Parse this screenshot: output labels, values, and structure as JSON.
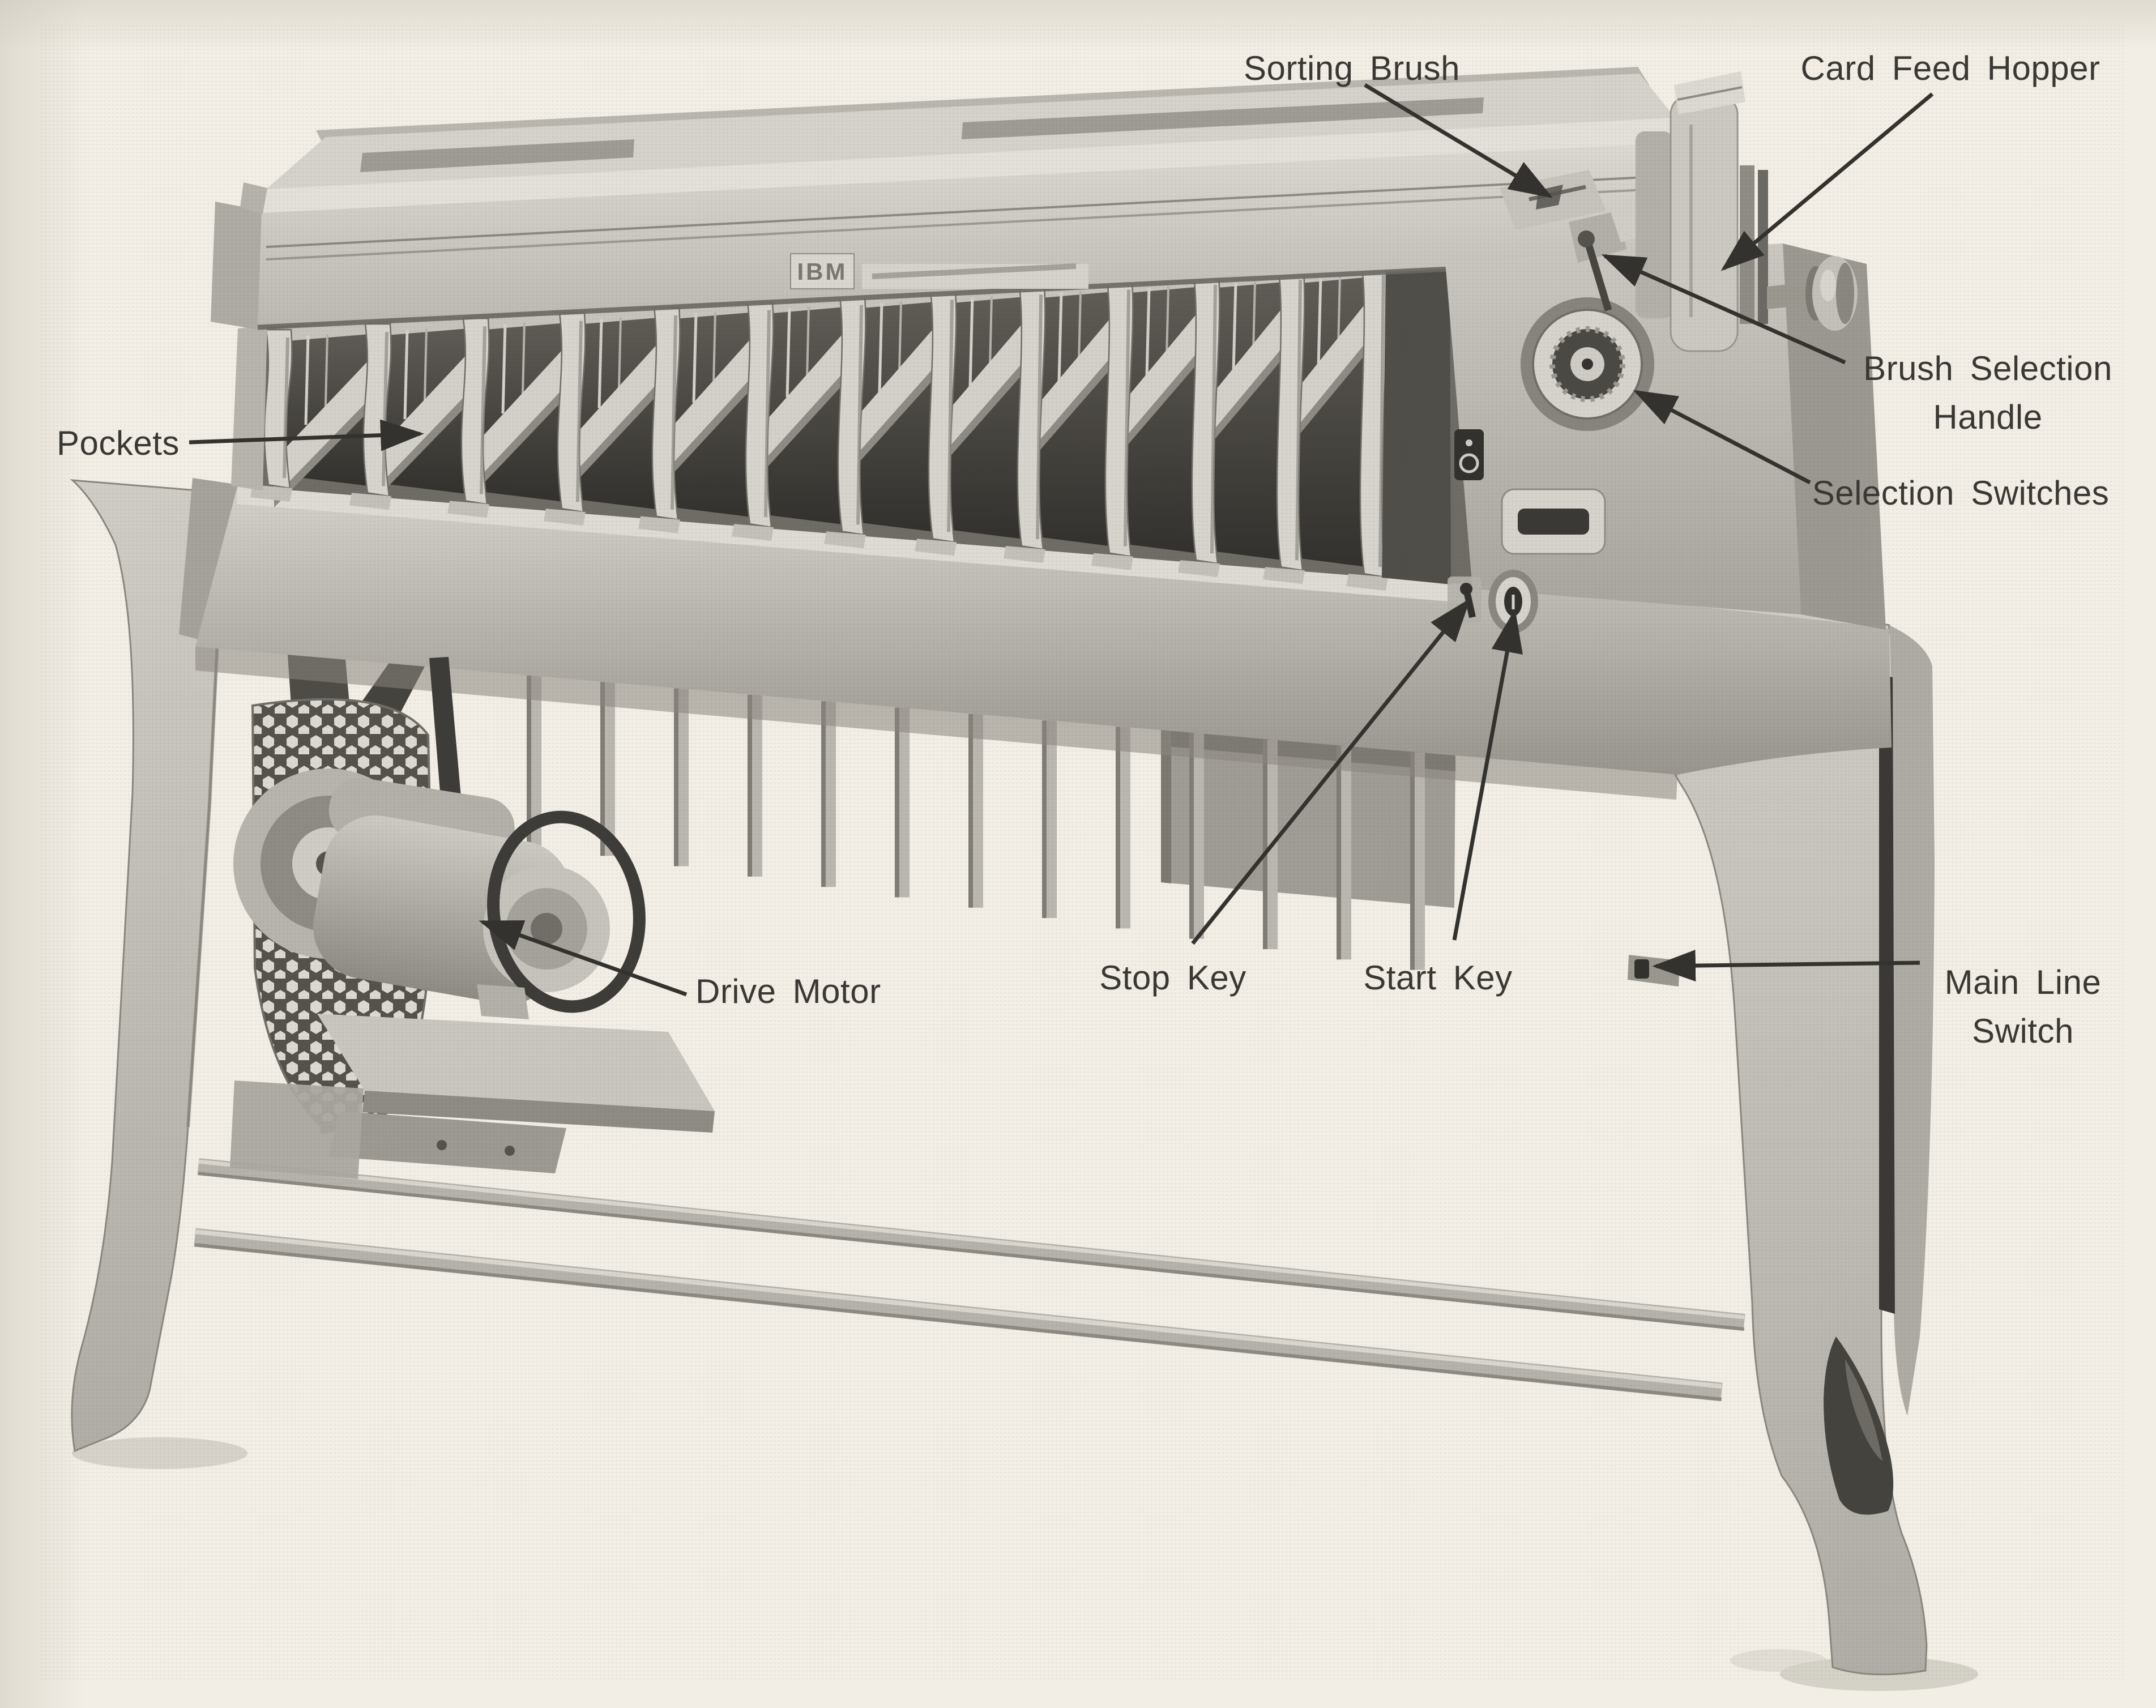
{
  "figure": {
    "type": "labeled_photograph",
    "subject": "IBM punched-card sorting machine",
    "nameplate": "IBM",
    "labels": {
      "pockets": "Pockets",
      "sorting_brush": "Sorting Brush",
      "card_feed_hopper": "Card Feed Hopper",
      "brush_selection_handle": [
        "Brush Selection",
        "Handle"
      ],
      "selection_switches": "Selection Switches",
      "stop_key": "Stop Key",
      "start_key": "Start Key",
      "drive_motor": "Drive Motor",
      "main_line_switch": [
        "Main Line",
        "Switch"
      ]
    },
    "colors": {
      "paper": "#f2eee5",
      "ink": "#3a3834"
    }
  }
}
